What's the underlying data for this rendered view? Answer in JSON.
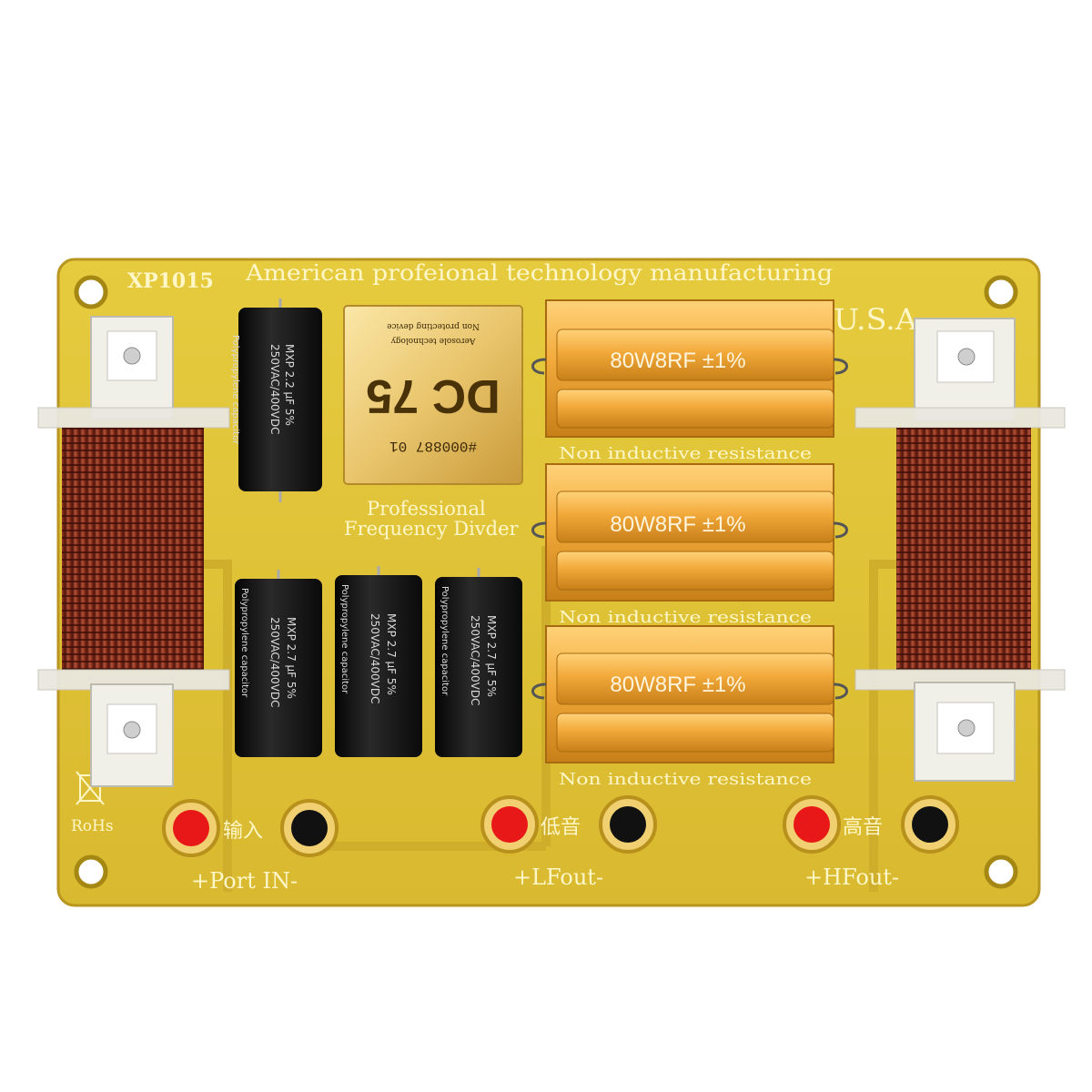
{
  "board": {
    "model": "XP1015",
    "headline": "American profeional technology manufacturing",
    "country_mark": "U.S.A",
    "rohs_mark": "RoHs",
    "center_caption_line1": "Professional",
    "center_caption_line2": "Frequency Divder",
    "colors": {
      "pcb": "#e2c53a",
      "pcb_edge": "#c9a92a",
      "silkscreen": "#fff7c8",
      "copper_coil": "#8a2e1c",
      "heatsink_gold": "#f0a830"
    }
  },
  "protection_device": {
    "label_main": "DC 75",
    "serial": "#000887 01",
    "subline1": "Aerosole technology",
    "subline2": "Non protecting device"
  },
  "resistors": [
    {
      "marking": "80W8RF ±1%",
      "caption": "Non inductive resistance"
    },
    {
      "marking": "80W8RF ±1%",
      "caption": "Non inductive resistance"
    },
    {
      "marking": "80W8RF ±1%",
      "caption": "Non inductive resistance"
    }
  ],
  "capacitors": [
    {
      "line1": "MXP 2.2 μF 5%",
      "line2": "250VAC/400VDC",
      "side": "Polypropylene capacitor"
    },
    {
      "line1": "MXP 2.7 μF 5%",
      "line2": "250VAC/400VDC",
      "side": "Polypropylene capacitor"
    },
    {
      "line1": "MXP 2.7 μF 5%",
      "line2": "250VAC/400VDC",
      "side": "Polypropylene capacitor"
    },
    {
      "line1": "MXP 2.7 μF 5%",
      "line2": "250VAC/400VDC",
      "side": "Polypropylene capacitor"
    }
  ],
  "terminals": [
    {
      "label": "+Port IN-",
      "cn": "输入"
    },
    {
      "label": "+LFout-",
      "cn": "低音"
    },
    {
      "label": "+HFout-",
      "cn": "高音"
    }
  ]
}
